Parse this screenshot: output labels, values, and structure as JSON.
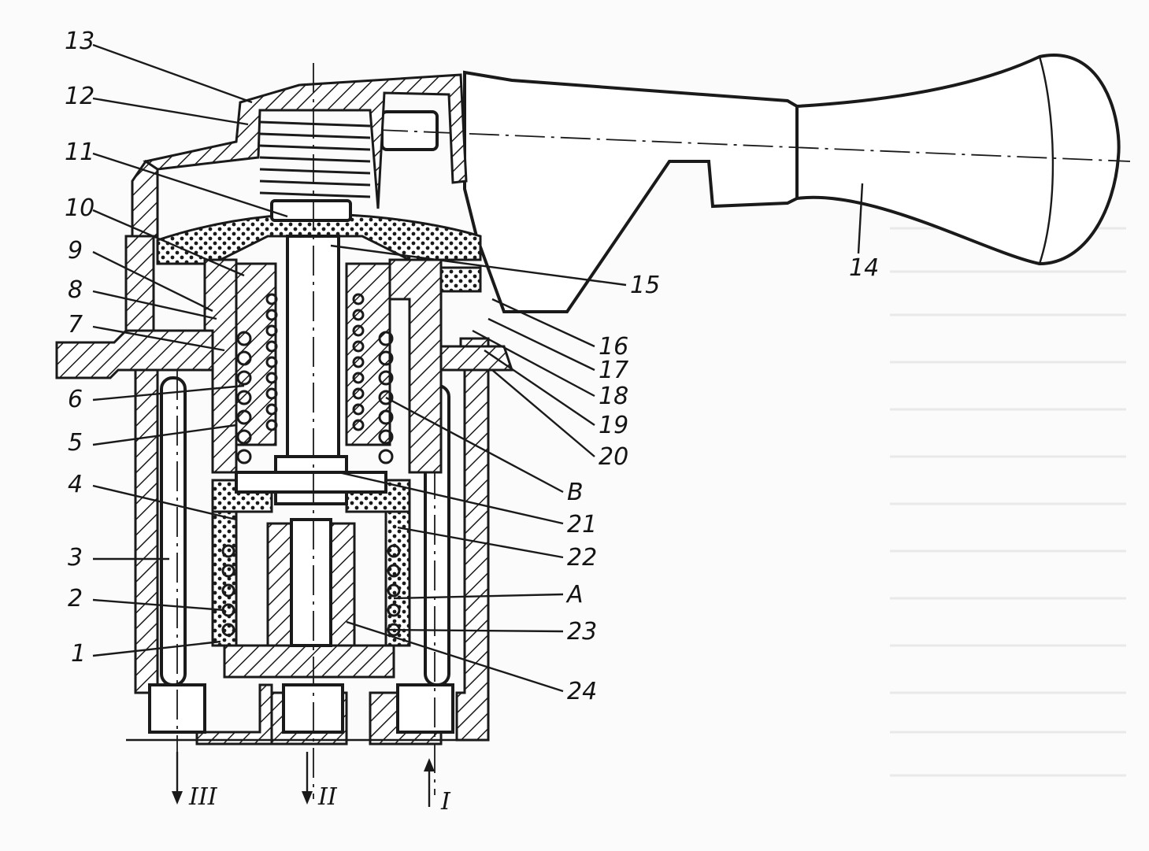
{
  "labels": {
    "l13": "13",
    "l12": "12",
    "l11": "11",
    "l10": "10",
    "l9": "9",
    "l8": "8",
    "l7": "7",
    "l6": "6",
    "l5": "5",
    "l4": "4",
    "l3": "3",
    "l2": "2",
    "l1": "1",
    "l14": "14",
    "l15": "15",
    "l16": "16",
    "l17": "17",
    "l18": "18",
    "l19": "19",
    "l20": "20",
    "lB": "B",
    "l21": "21",
    "l22": "22",
    "lA": "A",
    "l23": "23",
    "l24": "24"
  },
  "ports": {
    "p3": "III",
    "p2": "II",
    "p1": "I"
  }
}
